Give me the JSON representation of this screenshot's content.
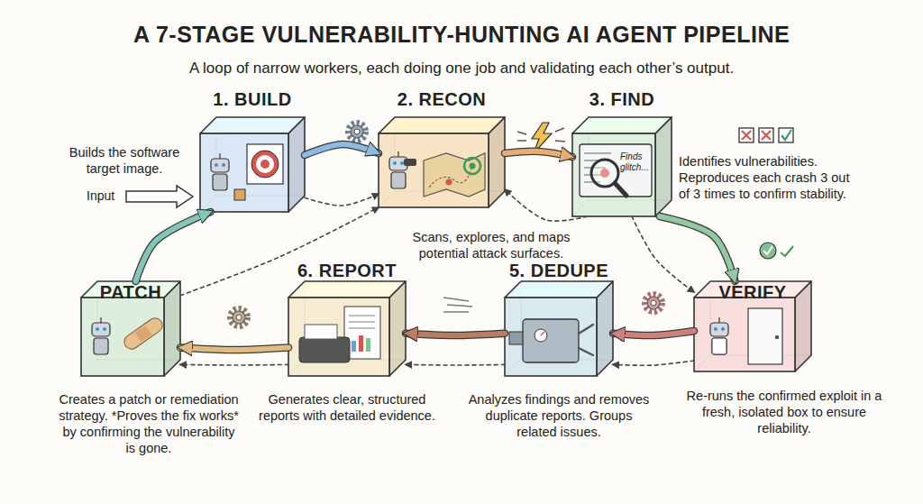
{
  "diagram": {
    "title": "A 7-STAGE VULNERABILITY-HUNTING AI AGENT PIPELINE",
    "caption": "A loop of narrow workers, each doing one job and validating each other’s output.",
    "nodes": [
      {
        "text": [
          "1. BUILD",
          "Builds the software target image."
        ]
      },
      {
        "text": [
          "2. RECON",
          "Scans, explores, and maps potential attack surfaces."
        ]
      },
      {
        "text": [
          "3. FIND",
          "Identifies vulnerabilities. Reproduces each crash 3 out of 3 times to confirm stability."
        ]
      },
      {
        "text": [
          "VERIFY",
          "Re-runs the confirmed exploit in a fresh, isolated box to ensure reliability."
        ]
      },
      {
        "text": [
          "5. DEDUPE",
          "Analyzes findings and removes duplicate reports. Groups related issues."
        ]
      },
      {
        "text": [
          "6. REPORT",
          "Generates clear, structured reports with detailed evidence."
        ]
      },
      {
        "text": [
          "PATCH",
          "Creates a patch or remediation strategy. *Proves the fix works* by confirming the vulnerability is gone."
        ]
      }
    ],
    "edges": [
      {
        "from": 0,
        "to": 1,
        "arrow": "to"
      },
      {
        "from": 1,
        "to": 2,
        "arrow": "to"
      },
      {
        "from": 2,
        "to": 3,
        "arrow": "to"
      },
      {
        "from": 3,
        "to": 4,
        "arrow": "to"
      },
      {
        "from": 4,
        "to": 5,
        "arrow": "to"
      },
      {
        "from": 5,
        "to": 6,
        "arrow": "to"
      },
      {
        "from": 6,
        "to": 0,
        "arrow": "to"
      },
      {
        "from": 0,
        "to": 1,
        "arrow": "to"
      },
      {
        "from": 2,
        "to": 3,
        "arrow": "to"
      },
      {
        "from": 2,
        "to": 1,
        "arrow": "to"
      },
      {
        "from": 3,
        "to": 4,
        "arrow": "to"
      },
      {
        "from": 4,
        "to": 5,
        "arrow": "to"
      },
      {
        "from": 5,
        "to": 6,
        "arrow": "to"
      },
      {
        "from": 6,
        "to": 1,
        "arrow": "to"
      }
    ],
    "labels": [
      "Input",
      "Finds glitch..."
    ]
  }
}
